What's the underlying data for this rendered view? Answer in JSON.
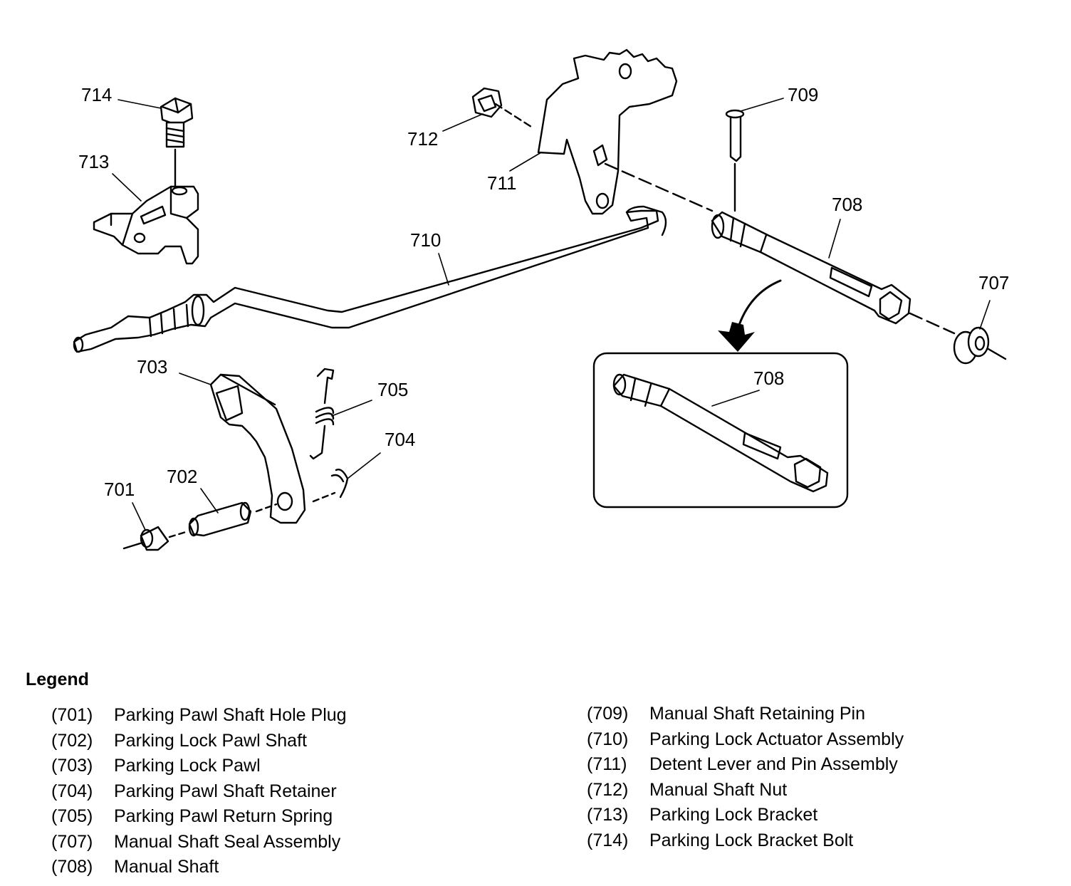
{
  "callouts": {
    "c701": "701",
    "c702": "702",
    "c703": "703",
    "c704": "704",
    "c705": "705",
    "c707": "707",
    "c708": "708",
    "c708_detail": "708",
    "c709": "709",
    "c710": "710",
    "c711": "711",
    "c712": "712",
    "c713": "713",
    "c714": "714"
  },
  "legend": {
    "title": "Legend",
    "left": [
      {
        "code": "(701)",
        "desc": "Parking Pawl Shaft Hole Plug"
      },
      {
        "code": "(702)",
        "desc": "Parking Lock Pawl Shaft"
      },
      {
        "code": "(703)",
        "desc": "Parking Lock Pawl"
      },
      {
        "code": "(704)",
        "desc": "Parking Pawl Shaft Retainer"
      },
      {
        "code": "(705)",
        "desc": "Parking Pawl Return Spring"
      },
      {
        "code": "(707)",
        "desc": "Manual Shaft Seal Assembly"
      },
      {
        "code": "(708)",
        "desc": "Manual Shaft"
      }
    ],
    "right": [
      {
        "code": "(709)",
        "desc": "Manual Shaft Retaining Pin"
      },
      {
        "code": "(710)",
        "desc": "Parking Lock Actuator Assembly"
      },
      {
        "code": "(711)",
        "desc": "Detent Lever and Pin Assembly"
      },
      {
        "code": "(712)",
        "desc": "Manual Shaft Nut"
      },
      {
        "code": "(713)",
        "desc": "Parking Lock Bracket"
      },
      {
        "code": "(714)",
        "desc": "Parking Lock Bracket Bolt"
      }
    ]
  }
}
